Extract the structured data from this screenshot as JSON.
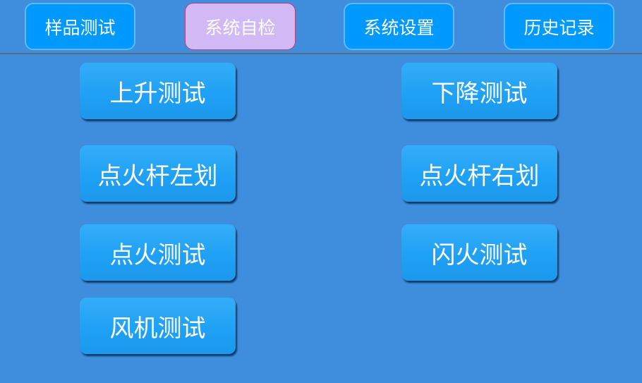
{
  "tabs": [
    {
      "label": "样品测试",
      "active": false
    },
    {
      "label": "系统自检",
      "active": true
    },
    {
      "label": "系统设置",
      "active": false
    },
    {
      "label": "历史记录",
      "active": false
    }
  ],
  "buttons": {
    "rise_test": "上升测试",
    "fall_test": "下降测试",
    "igniter_left": "点火杆左划",
    "igniter_right": "点火杆右划",
    "ignition_test": "点火测试",
    "flash_test": "闪火测试",
    "fan_test": "风机测试"
  },
  "colors": {
    "background": "#3f8ede",
    "tab": "#0099ff",
    "tab_active": "#d1b9f5",
    "button": "#22a3f5"
  }
}
